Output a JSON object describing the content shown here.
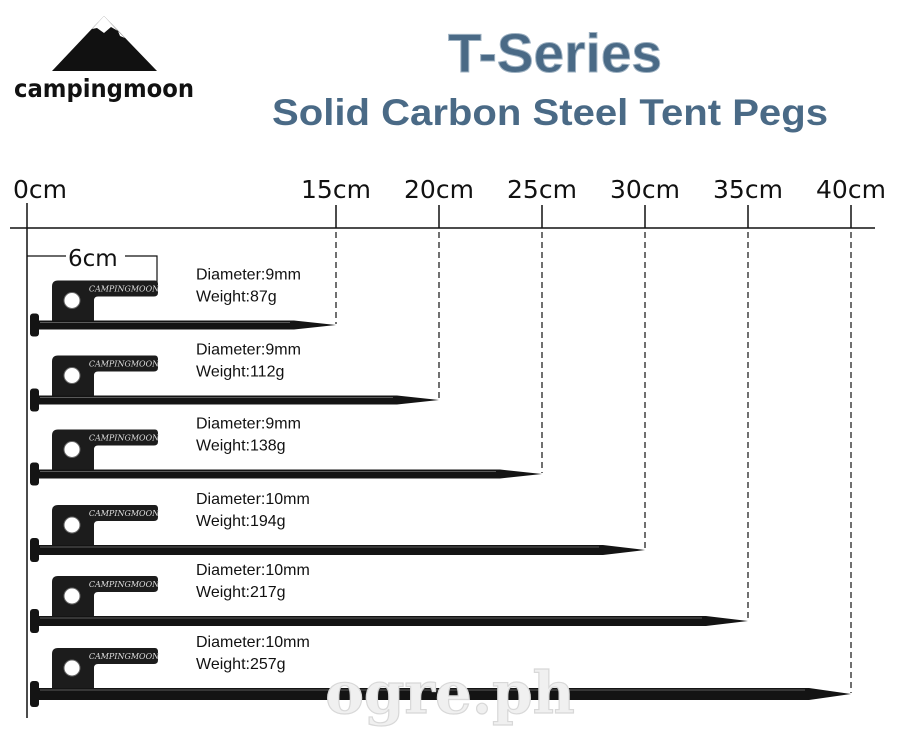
{
  "brand": {
    "name": "campingmoon"
  },
  "title": {
    "main": "T-Series",
    "sub": "Solid Carbon Steel Tent Pegs",
    "color": "#4a6a86"
  },
  "ruler": {
    "zero_label": "0cm",
    "ticks": [
      {
        "value": 15,
        "label": "15cm"
      },
      {
        "value": 20,
        "label": "20cm"
      },
      {
        "value": 25,
        "label": "25cm"
      },
      {
        "value": 30,
        "label": "30cm"
      },
      {
        "value": 35,
        "label": "35cm"
      },
      {
        "value": 40,
        "label": "40cm"
      }
    ],
    "hook_label": "6cm",
    "hook_value": 6
  },
  "pegs": [
    {
      "length": 15,
      "diameter": "Diameter:9mm",
      "weight": "Weight:87g",
      "stamp": "CAMPINGMOON"
    },
    {
      "length": 20,
      "diameter": "Diameter:9mm",
      "weight": "Weight:112g",
      "stamp": "CAMPINGMOON"
    },
    {
      "length": 25,
      "diameter": "Diameter:9mm",
      "weight": "Weight:138g",
      "stamp": "CAMPINGMOON"
    },
    {
      "length": 30,
      "diameter": "Diameter:10mm",
      "weight": "Weight:194g",
      "stamp": "CAMPINGMOON"
    },
    {
      "length": 35,
      "diameter": "Diameter:10mm",
      "weight": "Weight:217g",
      "stamp": "CAMPINGMOON"
    },
    {
      "length": 40,
      "diameter": "Diameter:10mm",
      "weight": "Weight:257g",
      "stamp": "CAMPINGMOON"
    }
  ],
  "watermark": "ogre.ph"
}
